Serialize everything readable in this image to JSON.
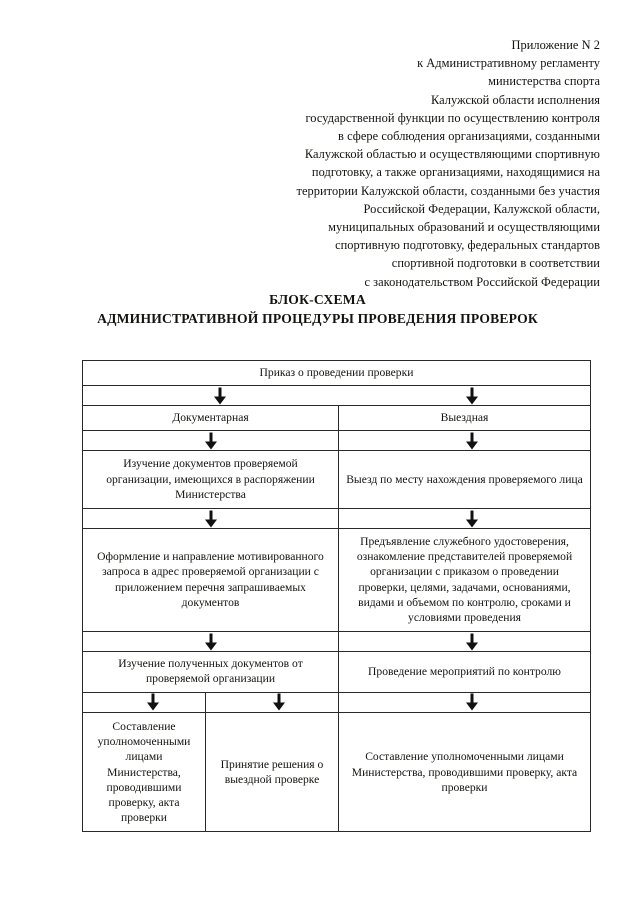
{
  "header": {
    "lines": [
      "Приложение N 2",
      "к Административному регламенту",
      "министерства спорта",
      "Калужской области исполнения",
      "государственной функции по осуществлению контроля",
      "в сфере соблюдения организациями, созданными",
      "Калужской областью и осуществляющими спортивную",
      "подготовку, а также организациями, находящимися на",
      "территории Калужской области, созданными без участия",
      "Российской Федерации, Калужской области,",
      "муниципальных образований и осуществляющими",
      "спортивную подготовку, федеральных стандартов",
      "спортивной подготовки в соответствии",
      "с законодательством Российской Федерации"
    ]
  },
  "title": {
    "line1": "БЛОК-СХЕМА",
    "line2": "АДМИНИСТРАТИВНОЙ ПРОЦЕДУРЫ ПРОВЕДЕНИЯ ПРОВЕРОК"
  },
  "flowchart": {
    "row1_order": "Приказ о проведении проверки",
    "row2_left": "Документарная",
    "row2_right": "Выездная",
    "row3_left": "Изучение документов проверяемой организации, имеющихся в распоряжении Министерства",
    "row3_right": "Выезд по месту нахождения проверяемого лица",
    "row4_left": "Оформление и направление мотивированного запроса в адрес проверяемой организации с приложением перечня запрашиваемых документов",
    "row4_right": "Предъявление служебного удостоверения, ознакомление представителей проверяемой организации с приказом о проведении проверки, целями, задачами, основаниями, видами и объемом по контролю, сроками и условиями проведения",
    "row5_left": "Изучение полученных документов от проверяемой организации",
    "row5_right": "Проведение мероприятий по контролю",
    "row6_col1": "Составление уполномоченными лицами Министерства, проводившими проверку, акта проверки",
    "row6_col2": "Принятие решения о выездной проверке",
    "row6_col3": "Составление уполномоченными лицами Министерства, проводившими проверку, акта проверки"
  },
  "icons": {
    "down_arrow": "down-arrow-icon"
  },
  "colors": {
    "ink": "#14130f",
    "rule": "#2a2a28",
    "paper": "#ffffff"
  }
}
